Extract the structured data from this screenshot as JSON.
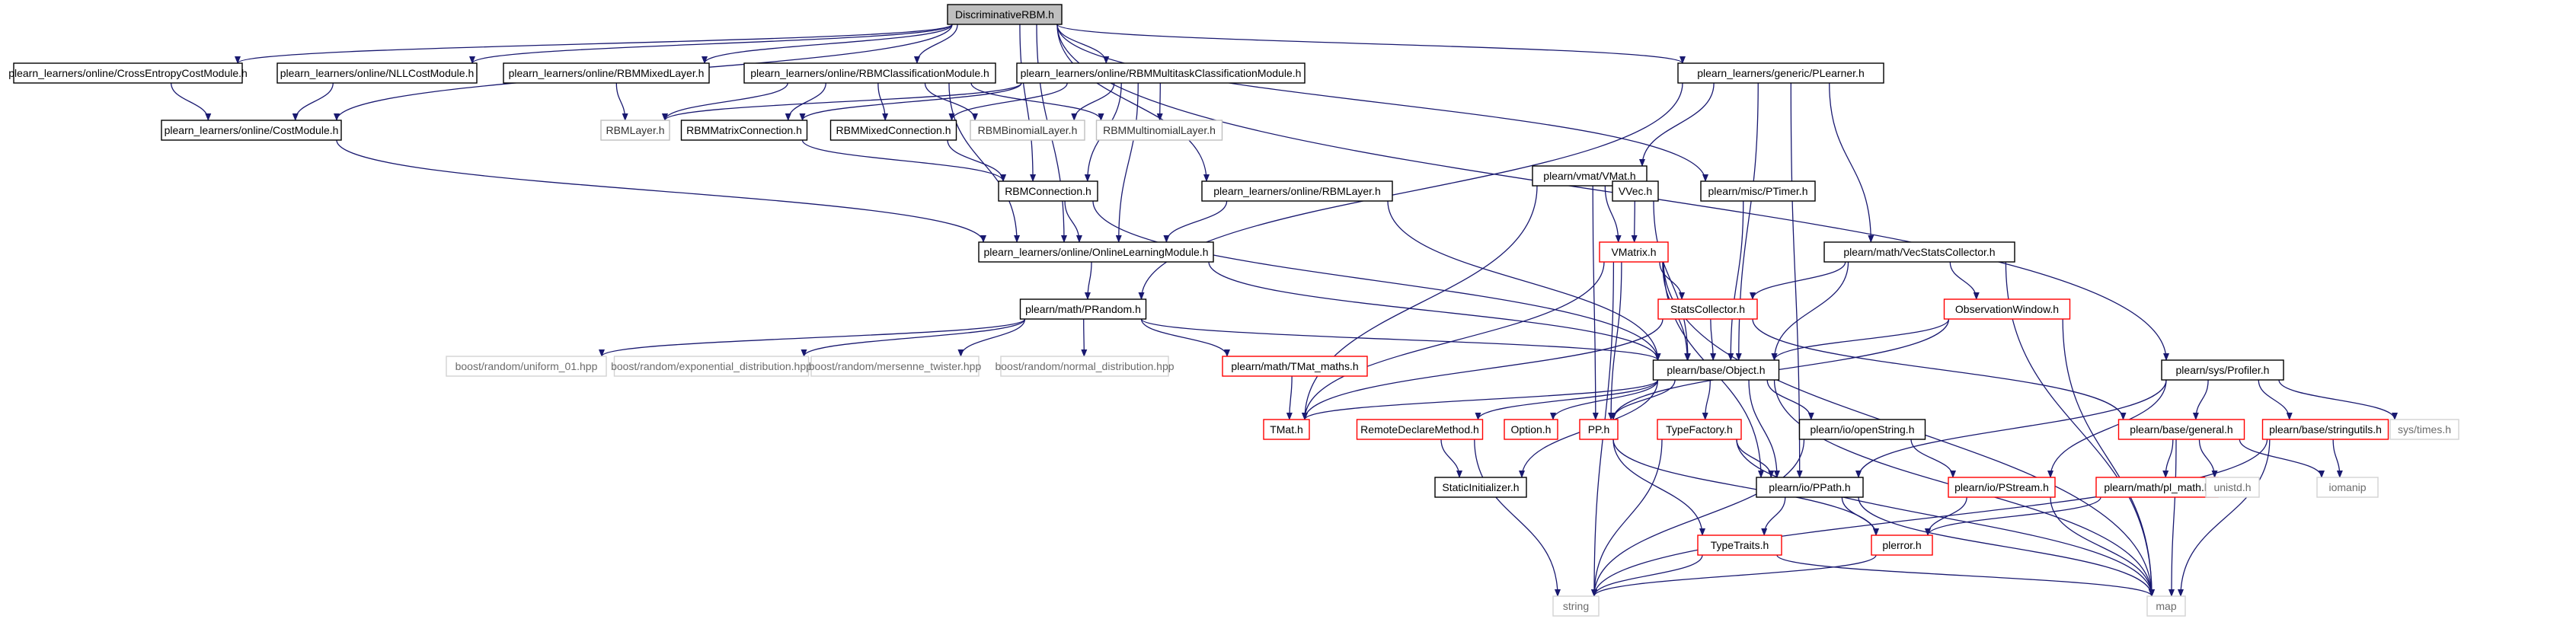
{
  "colors": {
    "edge": "#191970",
    "root_fill": "#bfbfbf",
    "node_border": "#000000",
    "truncated_border": "#ff0000",
    "external_border": "#bfbfbf"
  },
  "nodes": [
    {
      "id": "root",
      "label": "DiscriminativeRBM.h",
      "kind": "root"
    },
    {
      "id": "ce",
      "label": "plearn_learners/online/CrossEntropyCostModule.h",
      "kind": "normal"
    },
    {
      "id": "nll",
      "label": "plearn_learners/online/NLLCostModule.h",
      "kind": "normal"
    },
    {
      "id": "mixedlayer",
      "label": "plearn_learners/online/RBMMixedLayer.h",
      "kind": "normal"
    },
    {
      "id": "classif",
      "label": "plearn_learners/online/RBMClassificationModule.h",
      "kind": "normal"
    },
    {
      "id": "multitask",
      "label": "plearn_learners/online/RBMMultitaskClassificationModule.h",
      "kind": "normal"
    },
    {
      "id": "plearner",
      "label": "plearn_learners/generic/PLearner.h",
      "kind": "normal"
    },
    {
      "id": "profiler",
      "label": "plearn/sys/Profiler.h",
      "kind": "normal"
    },
    {
      "id": "costmod",
      "label": "plearn_learners/online/CostModule.h",
      "kind": "normal"
    },
    {
      "id": "rbmlayer",
      "label": "RBMLayer.h",
      "kind": "ext"
    },
    {
      "id": "rbmmatrixconn",
      "label": "RBMMatrixConnection.h",
      "kind": "normal"
    },
    {
      "id": "rbmmixedconn",
      "label": "RBMMixedConnection.h",
      "kind": "normal"
    },
    {
      "id": "rbmbinom",
      "label": "RBMBinomialLayer.h",
      "kind": "ext"
    },
    {
      "id": "rbmmultinom",
      "label": "RBMMultinomialLayer.h",
      "kind": "ext"
    },
    {
      "id": "vmath",
      "label": "plearn/vmat/VMat.h",
      "kind": "normal"
    },
    {
      "id": "rbmconn",
      "label": "RBMConnection.h",
      "kind": "normal"
    },
    {
      "id": "onlinerbmlayer",
      "label": "plearn_learners/online/RBMLayer.h",
      "kind": "normal"
    },
    {
      "id": "vvec",
      "label": "VVec.h",
      "kind": "normal"
    },
    {
      "id": "ptimer",
      "label": "plearn/misc/PTimer.h",
      "kind": "normal"
    },
    {
      "id": "olm",
      "label": "plearn_learners/online/OnlineLearningModule.h",
      "kind": "normal"
    },
    {
      "id": "vmatrix",
      "label": "VMatrix.h",
      "kind": "trunc"
    },
    {
      "id": "vecstats",
      "label": "plearn/math/VecStatsCollector.h",
      "kind": "normal"
    },
    {
      "id": "prandom",
      "label": "plearn/math/PRandom.h",
      "kind": "normal"
    },
    {
      "id": "statscoll",
      "label": "StatsCollector.h",
      "kind": "trunc"
    },
    {
      "id": "obswin",
      "label": "ObservationWindow.h",
      "kind": "trunc"
    },
    {
      "id": "uniform",
      "label": "boost/random/uniform_01.hpp",
      "kind": "ext-light"
    },
    {
      "id": "expo",
      "label": "boost/random/exponential_distribution.hpp",
      "kind": "ext-light"
    },
    {
      "id": "mersenne",
      "label": "boost/random/mersenne_twister.hpp",
      "kind": "ext-light"
    },
    {
      "id": "normal",
      "label": "boost/random/normal_distribution.hpp",
      "kind": "ext-light"
    },
    {
      "id": "tmatmaths",
      "label": "plearn/math/TMat_maths.h",
      "kind": "trunc"
    },
    {
      "id": "object",
      "label": "plearn/base/Object.h",
      "kind": "normal"
    },
    {
      "id": "tmat",
      "label": "TMat.h",
      "kind": "trunc"
    },
    {
      "id": "remote",
      "label": "RemoteDeclareMethod.h",
      "kind": "trunc"
    },
    {
      "id": "option",
      "label": "Option.h",
      "kind": "trunc"
    },
    {
      "id": "pp",
      "label": "PP.h",
      "kind": "trunc"
    },
    {
      "id": "typefactory",
      "label": "TypeFactory.h",
      "kind": "trunc"
    },
    {
      "id": "openstring",
      "label": "plearn/io/openString.h",
      "kind": "normal"
    },
    {
      "id": "general",
      "label": "plearn/base/general.h",
      "kind": "trunc"
    },
    {
      "id": "stringutils",
      "label": "plearn/base/stringutils.h",
      "kind": "trunc"
    },
    {
      "id": "systimes",
      "label": "sys/times.h",
      "kind": "ext-light"
    },
    {
      "id": "staticinit",
      "label": "StaticInitializer.h",
      "kind": "normal"
    },
    {
      "id": "ppath",
      "label": "plearn/io/PPath.h",
      "kind": "normal"
    },
    {
      "id": "pstream",
      "label": "plearn/io/PStream.h",
      "kind": "trunc"
    },
    {
      "id": "plmath",
      "label": "plearn/math/pl_math.h",
      "kind": "trunc"
    },
    {
      "id": "unistd",
      "label": "unistd.h",
      "kind": "ext-light"
    },
    {
      "id": "iomanip",
      "label": "iomanip",
      "kind": "ext-light"
    },
    {
      "id": "typetraits",
      "label": "TypeTraits.h",
      "kind": "trunc"
    },
    {
      "id": "plerror",
      "label": "plerror.h",
      "kind": "trunc"
    },
    {
      "id": "string",
      "label": "string",
      "kind": "ext-light"
    },
    {
      "id": "map",
      "label": "map",
      "kind": "ext-light"
    }
  ],
  "edges": [
    [
      "root",
      "ce"
    ],
    [
      "root",
      "nll"
    ],
    [
      "root",
      "mixedlayer"
    ],
    [
      "root",
      "classif"
    ],
    [
      "root",
      "multitask"
    ],
    [
      "root",
      "plearner"
    ],
    [
      "root",
      "profiler"
    ],
    [
      "root",
      "costmod"
    ],
    [
      "root",
      "rbmconn"
    ],
    [
      "root",
      "olm"
    ],
    [
      "root",
      "onlinerbmlayer"
    ],
    [
      "root",
      "ptimer"
    ],
    [
      "ce",
      "costmod"
    ],
    [
      "nll",
      "costmod"
    ],
    [
      "mixedlayer",
      "rbmlayer"
    ],
    [
      "classif",
      "rbmlayer"
    ],
    [
      "classif",
      "rbmmatrixconn"
    ],
    [
      "classif",
      "rbmmixedconn"
    ],
    [
      "classif",
      "rbmbinom"
    ],
    [
      "classif",
      "rbmmultinom"
    ],
    [
      "classif",
      "olm"
    ],
    [
      "multitask",
      "rbmlayer"
    ],
    [
      "multitask",
      "rbmmatrixconn"
    ],
    [
      "multitask",
      "rbmmixedconn"
    ],
    [
      "multitask",
      "rbmbinom"
    ],
    [
      "multitask",
      "rbmmultinom"
    ],
    [
      "multitask",
      "rbmconn"
    ],
    [
      "multitask",
      "olm"
    ],
    [
      "costmod",
      "olm"
    ],
    [
      "rbmmatrixconn",
      "rbmconn"
    ],
    [
      "rbmmixedconn",
      "rbmconn"
    ],
    [
      "rbmconn",
      "olm"
    ],
    [
      "rbmconn",
      "object"
    ],
    [
      "onlinerbmlayer",
      "olm"
    ],
    [
      "onlinerbmlayer",
      "object"
    ],
    [
      "olm",
      "prandom"
    ],
    [
      "olm",
      "object"
    ],
    [
      "plearner",
      "vmath"
    ],
    [
      "plearner",
      "vecstats"
    ],
    [
      "plearner",
      "prandom"
    ],
    [
      "plearner",
      "object"
    ],
    [
      "plearner",
      "ppath"
    ],
    [
      "vmath",
      "vvec"
    ],
    [
      "vmath",
      "vmatrix"
    ],
    [
      "vmath",
      "pp"
    ],
    [
      "vmath",
      "tmat"
    ],
    [
      "vvec",
      "vmatrix"
    ],
    [
      "vvec",
      "object"
    ],
    [
      "ptimer",
      "object"
    ],
    [
      "vmatrix",
      "statscoll"
    ],
    [
      "vmatrix",
      "object"
    ],
    [
      "vmatrix",
      "tmat"
    ],
    [
      "vmatrix",
      "pp"
    ],
    [
      "vmatrix",
      "map"
    ],
    [
      "vmatrix",
      "ppath"
    ],
    [
      "vmatrix",
      "string"
    ],
    [
      "vecstats",
      "statscoll"
    ],
    [
      "vecstats",
      "obswin"
    ],
    [
      "vecstats",
      "object"
    ],
    [
      "vecstats",
      "map"
    ],
    [
      "statscoll",
      "object"
    ],
    [
      "statscoll",
      "tmat"
    ],
    [
      "statscoll",
      "general"
    ],
    [
      "obswin",
      "object"
    ],
    [
      "obswin",
      "map"
    ],
    [
      "obswin",
      "pp"
    ],
    [
      "prandom",
      "uniform"
    ],
    [
      "prandom",
      "expo"
    ],
    [
      "prandom",
      "mersenne"
    ],
    [
      "prandom",
      "normal"
    ],
    [
      "prandom",
      "tmatmaths"
    ],
    [
      "prandom",
      "object"
    ],
    [
      "tmatmaths",
      "tmat"
    ],
    [
      "object",
      "tmat"
    ],
    [
      "object",
      "remote"
    ],
    [
      "object",
      "option"
    ],
    [
      "object",
      "pp"
    ],
    [
      "object",
      "typefactory"
    ],
    [
      "object",
      "openstring"
    ],
    [
      "object",
      "ppath"
    ],
    [
      "object",
      "staticinit"
    ],
    [
      "object",
      "map"
    ],
    [
      "profiler",
      "general"
    ],
    [
      "profiler",
      "stringutils"
    ],
    [
      "profiler",
      "systimes"
    ],
    [
      "profiler",
      "pstream"
    ],
    [
      "profiler",
      "ppath"
    ],
    [
      "remote",
      "staticinit"
    ],
    [
      "remote",
      "string"
    ],
    [
      "pp",
      "typetraits"
    ],
    [
      "pp",
      "plerror"
    ],
    [
      "typefactory",
      "ppath"
    ],
    [
      "typefactory",
      "map"
    ],
    [
      "typefactory",
      "string"
    ],
    [
      "openstring",
      "pstream"
    ],
    [
      "openstring",
      "string"
    ],
    [
      "general",
      "plmath"
    ],
    [
      "general",
      "unistd"
    ],
    [
      "general",
      "iomanip"
    ],
    [
      "general",
      "map"
    ],
    [
      "stringutils",
      "iomanip"
    ],
    [
      "stringutils",
      "string"
    ],
    [
      "stringutils",
      "map"
    ],
    [
      "ppath",
      "typetraits"
    ],
    [
      "ppath",
      "plerror"
    ],
    [
      "ppath",
      "map"
    ],
    [
      "pstream",
      "plerror"
    ],
    [
      "pstream",
      "map"
    ],
    [
      "plmath",
      "plerror"
    ],
    [
      "typetraits",
      "string"
    ],
    [
      "typetraits",
      "map"
    ],
    [
      "plerror",
      "string"
    ]
  ]
}
